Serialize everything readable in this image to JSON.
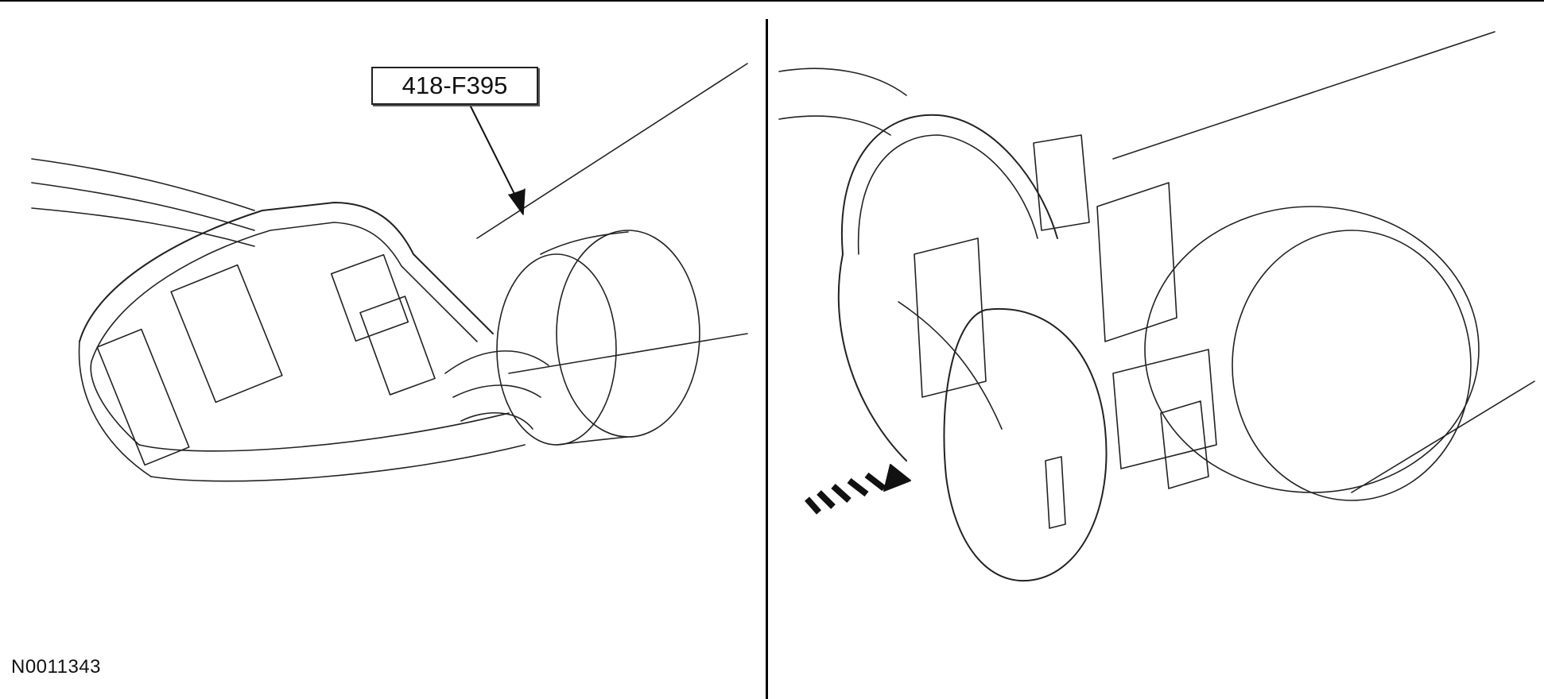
{
  "figure": {
    "tool_label": "418-F395",
    "figure_id": "N0011343"
  },
  "icons": {
    "left_panel": "connector-probe-illustration",
    "right_panel": "connector-push-illustration",
    "callout_arrow": "arrow-icon",
    "direction_arrow": "push-direction-arrow-icon"
  },
  "colors": {
    "line": "#000000",
    "background": "#ffffff"
  }
}
